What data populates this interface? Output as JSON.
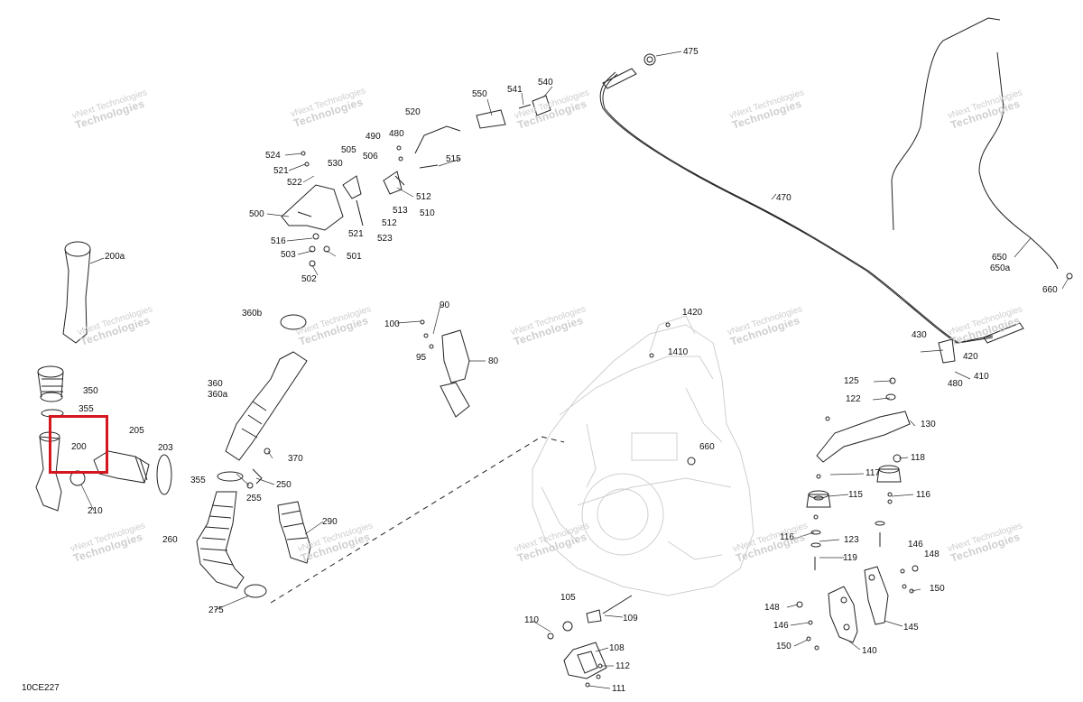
{
  "diagram_code": "10CE227",
  "watermark": {
    "line1": "vNext Technologies",
    "line2": "Technologies"
  },
  "callouts": [
    {
      "id": "475",
      "text": "475"
    },
    {
      "id": "550",
      "text": "550"
    },
    {
      "id": "541",
      "text": "541"
    },
    {
      "id": "540",
      "text": "540"
    },
    {
      "id": "520",
      "text": "520"
    },
    {
      "id": "490",
      "text": "490"
    },
    {
      "id": "480a",
      "text": "480"
    },
    {
      "id": "505",
      "text": "505"
    },
    {
      "id": "506",
      "text": "506"
    },
    {
      "id": "515",
      "text": "515"
    },
    {
      "id": "524",
      "text": "524"
    },
    {
      "id": "521a",
      "text": "521"
    },
    {
      "id": "530",
      "text": "530"
    },
    {
      "id": "522",
      "text": "522"
    },
    {
      "id": "512a",
      "text": "512"
    },
    {
      "id": "513",
      "text": "513"
    },
    {
      "id": "510",
      "text": "510"
    },
    {
      "id": "500",
      "text": "500"
    },
    {
      "id": "512b",
      "text": "512"
    },
    {
      "id": "521b",
      "text": "521"
    },
    {
      "id": "523",
      "text": "523"
    },
    {
      "id": "516",
      "text": "516"
    },
    {
      "id": "503",
      "text": "503"
    },
    {
      "id": "501",
      "text": "501"
    },
    {
      "id": "502",
      "text": "502"
    },
    {
      "id": "470",
      "text": "470"
    },
    {
      "id": "650",
      "text": "650"
    },
    {
      "id": "650a",
      "text": "650a"
    },
    {
      "id": "660a",
      "text": "660"
    },
    {
      "id": "200a",
      "text": "200a"
    },
    {
      "id": "360b",
      "text": "360b"
    },
    {
      "id": "90",
      "text": "90"
    },
    {
      "id": "100",
      "text": "100"
    },
    {
      "id": "95",
      "text": "95"
    },
    {
      "id": "80",
      "text": "80"
    },
    {
      "id": "1420",
      "text": "1420"
    },
    {
      "id": "1410",
      "text": "1410"
    },
    {
      "id": "430",
      "text": "430"
    },
    {
      "id": "420",
      "text": "420"
    },
    {
      "id": "410",
      "text": "410"
    },
    {
      "id": "480b",
      "text": "480"
    },
    {
      "id": "350",
      "text": "350"
    },
    {
      "id": "355a",
      "text": "355"
    },
    {
      "id": "360",
      "text": "360"
    },
    {
      "id": "360a",
      "text": "360a"
    },
    {
      "id": "125",
      "text": "125"
    },
    {
      "id": "122",
      "text": "122"
    },
    {
      "id": "130",
      "text": "130"
    },
    {
      "id": "205",
      "text": "205"
    },
    {
      "id": "200",
      "text": "200"
    },
    {
      "id": "203",
      "text": "203"
    },
    {
      "id": "660b",
      "text": "660"
    },
    {
      "id": "118",
      "text": "118"
    },
    {
      "id": "370",
      "text": "370"
    },
    {
      "id": "117",
      "text": "117"
    },
    {
      "id": "355b",
      "text": "355"
    },
    {
      "id": "250",
      "text": "250"
    },
    {
      "id": "115",
      "text": "115"
    },
    {
      "id": "116a",
      "text": "116"
    },
    {
      "id": "210",
      "text": "210"
    },
    {
      "id": "255",
      "text": "255"
    },
    {
      "id": "290",
      "text": "290"
    },
    {
      "id": "260",
      "text": "260"
    },
    {
      "id": "116b",
      "text": "116"
    },
    {
      "id": "123",
      "text": "123"
    },
    {
      "id": "146a",
      "text": "146"
    },
    {
      "id": "148a",
      "text": "148"
    },
    {
      "id": "119",
      "text": "119"
    },
    {
      "id": "150a",
      "text": "150"
    },
    {
      "id": "275",
      "text": "275"
    },
    {
      "id": "105",
      "text": "105"
    },
    {
      "id": "148b",
      "text": "148"
    },
    {
      "id": "110",
      "text": "110"
    },
    {
      "id": "109",
      "text": "109"
    },
    {
      "id": "146b",
      "text": "146"
    },
    {
      "id": "145",
      "text": "145"
    },
    {
      "id": "108",
      "text": "108"
    },
    {
      "id": "150b",
      "text": "150"
    },
    {
      "id": "140",
      "text": "140"
    },
    {
      "id": "112",
      "text": "112"
    },
    {
      "id": "111",
      "text": "111"
    }
  ]
}
